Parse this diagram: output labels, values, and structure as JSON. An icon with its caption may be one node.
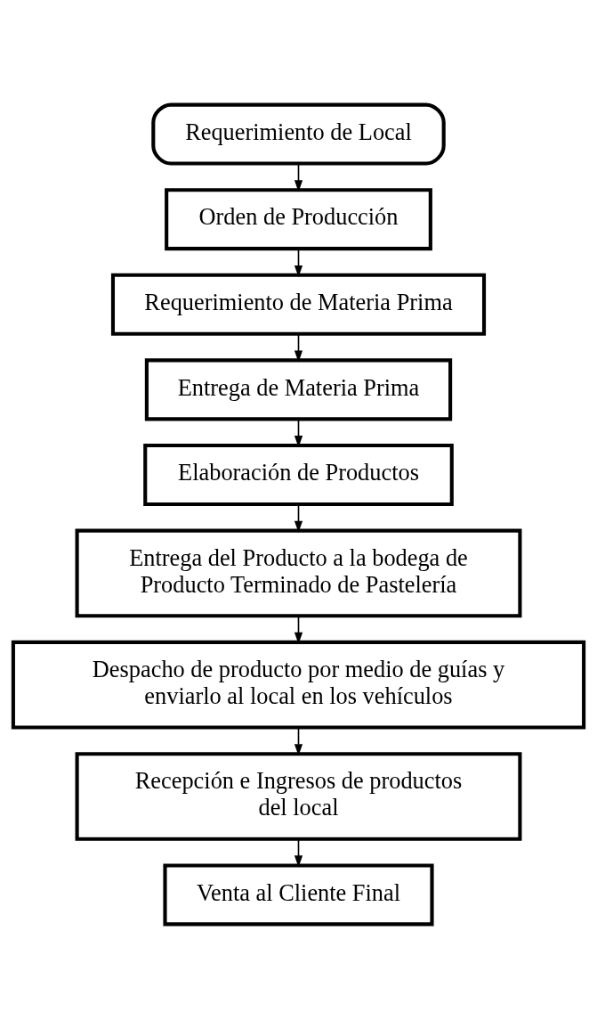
{
  "diagram": {
    "nodes": [
      {
        "text": [
          "Requerimiento de Local"
        ]
      },
      {
        "text": [
          "Orden de Producción"
        ]
      },
      {
        "text": [
          "Requerimiento de Materia Prima"
        ]
      },
      {
        "text": [
          "Entrega de Materia Prima"
        ]
      },
      {
        "text": [
          "Elaboración de Productos"
        ]
      },
      {
        "text": [
          "Entrega del Producto a la bodega de Producto Terminado de Pastelería"
        ]
      },
      {
        "text": [
          "Despacho de producto por medio de guías y enviarlo al local en los vehículos"
        ]
      },
      {
        "text": [
          "Recepción e Ingresos de productos del local"
        ]
      },
      {
        "text": [
          "Venta al Cliente Final"
        ]
      }
    ],
    "edges": [
      {
        "from": 0,
        "to": 1,
        "arrow": "to"
      },
      {
        "from": 1,
        "to": 2,
        "arrow": "to"
      },
      {
        "from": 2,
        "to": 3,
        "arrow": "to"
      },
      {
        "from": 3,
        "to": 4,
        "arrow": "to"
      },
      {
        "from": 4,
        "to": 5,
        "arrow": "to"
      },
      {
        "from": 5,
        "to": 6,
        "arrow": "to"
      },
      {
        "from": 6,
        "to": 7,
        "arrow": "to"
      },
      {
        "from": 7,
        "to": 8,
        "arrow": "to"
      }
    ]
  }
}
